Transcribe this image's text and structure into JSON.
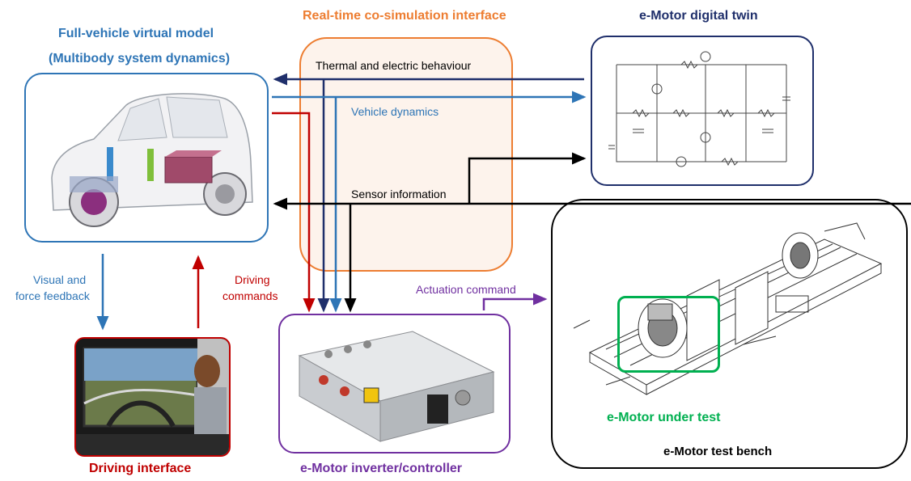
{
  "titles": {
    "cosim": "Real-time co-simulation interface",
    "digital_twin": "e-Motor digital twin",
    "vehicle_model_line1": "Full-vehicle virtual model",
    "vehicle_model_line2": "(Multibody system dynamics)",
    "driving_interface": "Driving interface",
    "inverter": "e-Motor inverter/controller",
    "motor_under_test": "e-Motor under test",
    "test_bench": "e-Motor test bench"
  },
  "signals": {
    "thermal": "Thermal and electric behaviour",
    "vehicle_dynamics": "Vehicle dynamics",
    "sensor_info": "Sensor information",
    "actuation": "Actuation command",
    "visual_line1": "Visual and",
    "visual_line2": "force feedback",
    "driving_cmd_line1": "Driving",
    "driving_cmd_line2": "commands"
  },
  "colors": {
    "cosim_orange": "#ED7D31",
    "vehicle_blue": "#2E75B6",
    "twin_navy": "#1F2F6B",
    "driving_red": "#C00000",
    "inverter_purple": "#7030A0",
    "test_green": "#00B050",
    "black": "#000000"
  }
}
